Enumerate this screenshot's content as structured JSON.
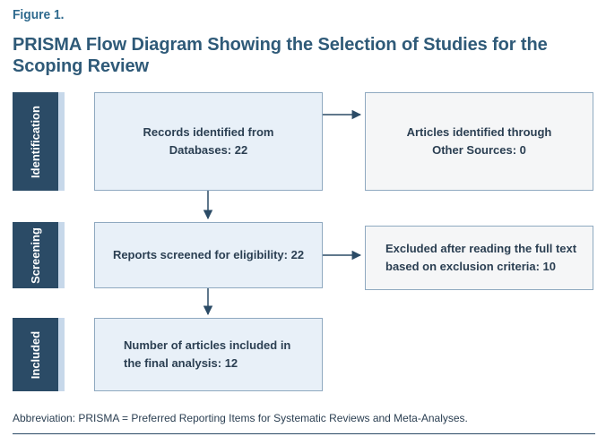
{
  "figure": {
    "label": "Figure 1.",
    "title": "PRISMA Flow Diagram Showing the Selection of Studies for the Scoping Review"
  },
  "stages": {
    "identification": "Identification",
    "screening": "Screening",
    "included": "Included"
  },
  "boxes": {
    "records_identified": "Records identified from Databases: 22",
    "other_sources": "Articles identified through Other Sources: 0",
    "screened": "Reports screened for eligibility: 22",
    "excluded": "Excluded after reading the full text based on exclusion criteria: 10",
    "included": "Number of articles included in the final analysis: 12"
  },
  "footnote": "Abbreviation: PRISMA = Preferred Reporting Items for Systematic Reviews and Meta-Analyses.",
  "colors": {
    "stage_fill": "#2b4b66",
    "box_fill": "#e8f0f8",
    "side_fill": "#f5f6f7",
    "title": "#2f5a78"
  }
}
